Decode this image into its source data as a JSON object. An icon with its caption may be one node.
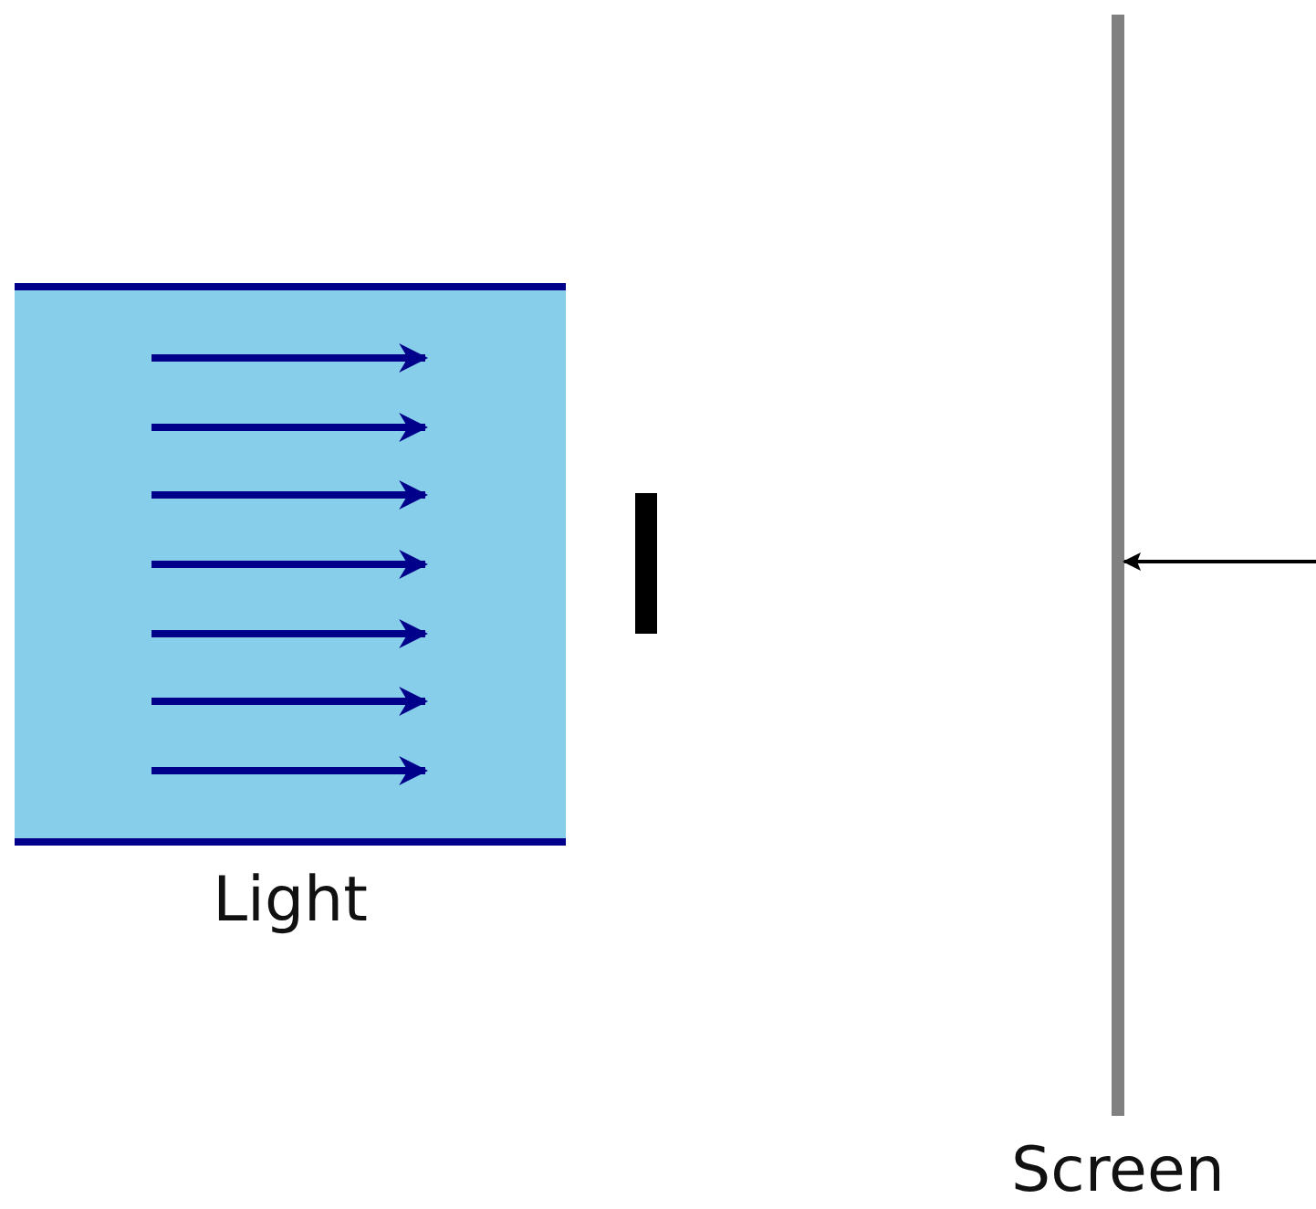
{
  "diagram": {
    "nodes": [
      {
        "text": [
          "Light"
        ]
      },
      {
        "text": [
          "Screen"
        ]
      }
    ],
    "edges": [
      {
        "from": null,
        "to": 1,
        "arrow": "to"
      }
    ]
  }
}
